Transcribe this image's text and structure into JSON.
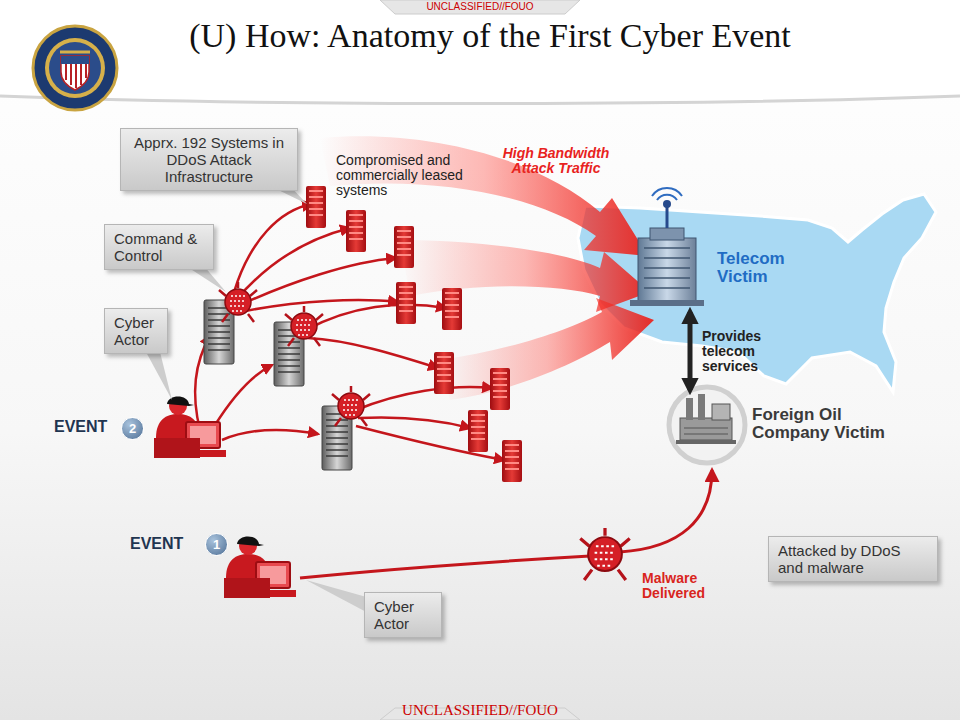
{
  "diagram": {
    "title": "(U) How: Anatomy of the First Cyber Event",
    "nodes": [
      {
        "text": [
          "Apprx. 192 Systems in DDoS Attack Infrastructure"
        ]
      },
      {
        "text": [
          "Command & Control"
        ]
      },
      {
        "text": [
          "Cyber Actor"
        ]
      },
      {
        "text": [
          "Telecom Victim"
        ]
      },
      {
        "text": [
          "Foreign Oil Company Victim"
        ]
      },
      {
        "text": [
          "Attacked by DDoS and malware"
        ]
      },
      {
        "text": [
          "Cyber Actor"
        ]
      }
    ],
    "edges": [
      {
        "from": 3,
        "to": 4,
        "arrow": "both",
        "label": "Provides telecom services"
      }
    ],
    "labels": [
      "UNCLASSIFIED//FOUO",
      "Compromised and commercially leased systems",
      "High Bandwidth Attack Traffic",
      "EVENT",
      "2",
      "EVENT",
      "1",
      "Malware Delivered",
      "UNCLASSIFIED//FOUO"
    ]
  }
}
